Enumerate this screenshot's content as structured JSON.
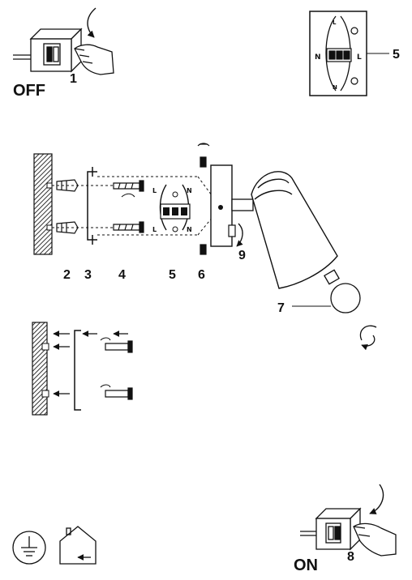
{
  "step_off": {
    "label": "OFF",
    "number": "1"
  },
  "step_on": {
    "label": "ON",
    "number": "8"
  },
  "terminal_inset": {
    "number": "5",
    "left_letter": "N",
    "right_letter": "L",
    "top_wire_letter": "L",
    "bottom_wire_letter": "N"
  },
  "assembly": {
    "callouts": [
      "2",
      "3",
      "4",
      "5",
      "6"
    ],
    "arrow_callout": "9",
    "bulb_callout": "7",
    "block_labels": {
      "top_left": "L",
      "top_right": "N",
      "bottom_left": "L",
      "bottom_right": "N"
    }
  },
  "icons": [
    "earth-ground-icon",
    "house-indoor-icon",
    "switch-box-icon",
    "hand-icon",
    "rotate-arrow-icon"
  ]
}
